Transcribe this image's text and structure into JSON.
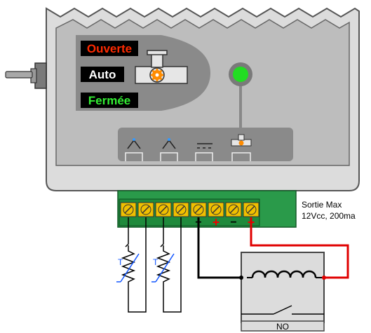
{
  "mode_labels": {
    "open": "Ouverte",
    "auto": "Auto",
    "closed": "Fermée"
  },
  "mode_colors": {
    "open": "#ff2a00",
    "auto": "#ffffff",
    "closed": "#33ee33",
    "label_bg": "#000000"
  },
  "output_note": {
    "line1": "Sortie Max",
    "line2": "12Vcc, 200ma"
  },
  "terminal_signs": {
    "minus": "−",
    "plus": "+"
  },
  "sensor_labels": [
    "T",
    "T"
  ],
  "relay": {
    "contact_label": "NO"
  },
  "status_led_color": "#22dd22",
  "wire_colors": {
    "positive": "#e00000",
    "negative": "#000000"
  },
  "terminal_block_color": "#2a9a4a"
}
